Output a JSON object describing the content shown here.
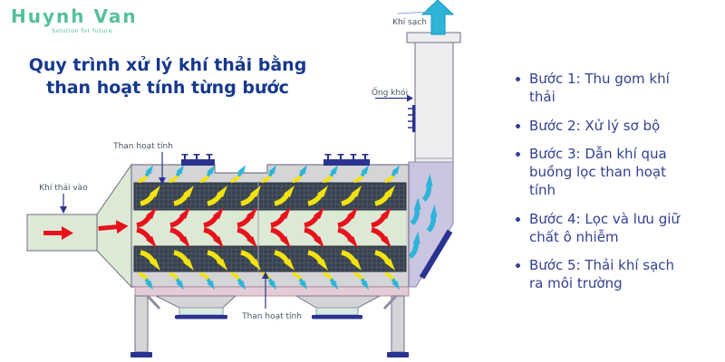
{
  "logo": {
    "brand": "Huynh Van",
    "tagline": "Solution for future"
  },
  "title": {
    "line1": "Quy trình xử lý khí thải bằng",
    "line2": "than hoạt tính từng bước"
  },
  "diagram": {
    "labels": {
      "clean_air": "Khí sạch",
      "chimney": "Ống khói",
      "carbon_top": "Than hoạt tính",
      "carbon_bottom": "Than hoạt tính",
      "inlet": "Khí thải vào"
    }
  },
  "steps": {
    "items": [
      "Bước 1: Thu gom khí thải",
      "Bước 2: Xử lý sơ bộ",
      "Bước 3: Dẫn khí qua buồng lọc than hoạt tính",
      "Bước 4: Lọc và lưu giữ chất ô nhiễm",
      "Bước 5: Thải khí sạch ra môi trường"
    ]
  },
  "colors": {
    "brand_green": "#55c09b",
    "title_blue": "#16388d",
    "list_blue": "#33418f",
    "label_gray": "#4a5563",
    "navy": "#2b3390",
    "red": "#e8121c",
    "yellow": "#f2e30e",
    "cyan": "#2db4d8",
    "metal": "#d5d4d6",
    "carbon": "#39424e",
    "green": "#dcead5",
    "lavender": "#c9c6e1",
    "pink": "#e4ccd7",
    "chimney": "#ededf0",
    "tray": "#d9ece4"
  }
}
